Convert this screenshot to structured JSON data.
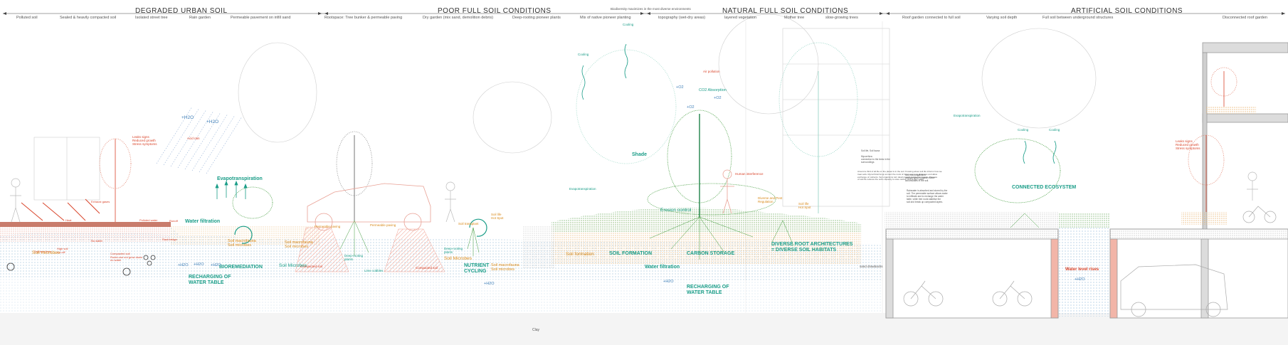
{
  "sections": [
    {
      "title": "DEGRADED URBAN SOIL"
    },
    {
      "title": "POOR FULL SOIL CONDITIONS"
    },
    {
      "title": "NATURAL FULL SOIL CONDITIONS"
    },
    {
      "title": "ARTIFICIAL SOIL CONDITIONS"
    }
  ],
  "subtitles": [
    "Polluted soil",
    "Sealed & heavily compacted soil",
    "Isolated street tree",
    "Rain garden",
    "Permeable pavement on infill sand",
    "Rootspace: Tree bunker & permeable paving",
    "Dry garden (mix sand, demolition debris)",
    "Deep-rooting pioneer plants",
    "Mix of native pioneer planting",
    "topography (wet-dry areas)",
    "layered vegetation",
    "Mother tree",
    "slow-growing trees",
    "Roof garden connected to full soil",
    "Varying soil depth",
    "Full soil between underground structures",
    "Disconnected roof garden"
  ],
  "top_note": "Biodiversity maximizes in the most diverse environments",
  "labels": {
    "red": [
      "Leaks signs\nReduced growth\nStress symptoms",
      "Acid rain",
      "Exhaust gases",
      "Heat",
      "Polluted water",
      "Runoff",
      "No water",
      "Root bridge",
      "Compacted soil\nRoots can not grow down\nno water",
      "High soil\nrun-off",
      "Soil microbes",
      "Compacted soil",
      "Compacted soil",
      "Air pollution",
      "Human interference",
      "Leaks signs\nReduced growth\nStress symptoms",
      "Water level rises"
    ],
    "orange": [
      "Soil microbes",
      "Permeable paving",
      "Permeable paving",
      "Soil transplant",
      "Soil Microbes",
      "Soil macrofauna\nSoil microbes",
      "Soil formation",
      "Diverse and Pest\nRegulation",
      "Soil life\nHot Spot",
      "Soil life\nHot Spot",
      "Soil macrofauna\nSoil microbes",
      "Soil macrofauna\nSoil microbes"
    ],
    "teal": [
      "Evapotranspiration",
      "Water filtration",
      "BIOREMEDIATION",
      "RECHARGING OF\nWATER TABLE",
      "Deep-rooting\nplants",
      "Lime cobbles",
      "Deep-rooting\nplants",
      "NUTRIENT\nCYCLING",
      "Cooling",
      "Cooling",
      "Shade",
      "Evapotranspiration",
      "Erosion control",
      "SOIL FORMATION",
      "CARBON STORAGE",
      "Water filtration",
      "RECHARGING OF\nWATER TABLE",
      "DIVERSE ROOT ARCHITECTURES\n= DIVERSE SOIL HABITATS",
      "CO2 Absorption",
      "Evapotranspiration",
      "Cooling",
      "Cooling",
      "CONNECTED ECOSYSTEM",
      "Soil Microbes"
    ],
    "blue": [
      "+H2O",
      "+H2O",
      "+H2O",
      "+H2O",
      "+H2O",
      "+H2O",
      "+H2O",
      "+H2O",
      "+O2",
      "+O2",
      "+O2"
    ],
    "grey": [
      "Clay",
      "sand drawbacks"
    ]
  },
  "notes": [
    "Soil life, Soil fauna",
    "Mycorrhiza\nconnection to the trees in the\nsurroundings",
    "Around a third of all life on the planet is in the soil. Knowing about soil life informs how we\ntreat soils. Mycorrhizal fungi connect the roots of trees over long distances and allow\nexchange of nutrients. Soil organisms turn dead organic matter into humus. The loss\nof soil life reduces the soil's capacity to store carbon and to filter water.",
    "Soil microorganisms\nmultiply where organic matter\naccumulates in the soil.",
    "Rainwater is absorbed and stored by the\nsoil. The permeable surface allows water\nto infiltrate and to recharge the water\ntable, while tree roots stabilise the\nsoil and break up compacted layers."
  ],
  "colors": {
    "red": "#d9452b",
    "orange": "#d98a1a",
    "teal": "#1a9d88",
    "blue": "#3f7fb8",
    "green": "#3f9a3a",
    "grey": "#9a9a9a",
    "water": "#bcd7ea",
    "pink": "#f2b5a8"
  },
  "icons": [
    "person-icon",
    "car-icon",
    "bicycle-icon",
    "tree-icon",
    "building-icon",
    "arrow-icon"
  ]
}
